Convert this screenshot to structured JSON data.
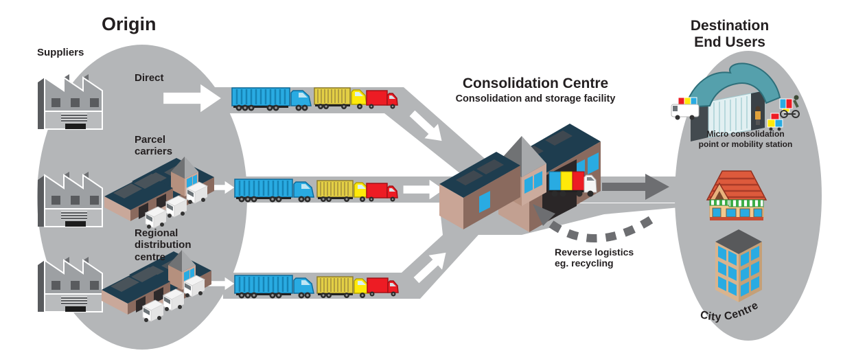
{
  "colors": {
    "region-grey": "#b4b6b8",
    "arrow-dark": "#6d6e71",
    "text-dark": "#231f20",
    "truck-blue": "#29abe2",
    "truck-yellow": "#ffe90a",
    "van-red": "#ed1c24",
    "roof-dark": "#1e3d4f",
    "window-blue": "#29abe2",
    "wall-tan": "#c9a89a",
    "wall-brown": "#8a6a5e",
    "teal-roof": "#55a0ac",
    "factory-grey": "#9da0a3",
    "shop-roof-red": "#dd5a3c",
    "awning-green": "#3fae49"
  },
  "origin": {
    "title": "Origin",
    "suppliers_label": "Suppliers",
    "route_direct_label": "Direct",
    "route_parcel_label": "Parcel\ncarriers",
    "route_regional_label": "Regional\ndistribution\ncentre"
  },
  "consolidation": {
    "title": "Consolidation Centre",
    "subtitle": "Consolidation and storage facility",
    "reverse_label": "Reverse logistics\neg. recycling"
  },
  "destination": {
    "title": "Destination\nEnd Users",
    "micro_label": "Micro consolidation\npoint or mobility station",
    "city_label": "City Centre"
  },
  "icons": [
    "factory-icon",
    "warehouse-icon",
    "articulated-lorry-icon",
    "rigid-truck-icon",
    "van-icon",
    "consolidation-centre-building-icon",
    "mixed-load-truck-icon",
    "flow-arrow-icon",
    "outbound-arrow-icon",
    "reverse-logistics-arrow-icon",
    "micro-hub-icon",
    "delivery-van-icon",
    "cargo-bike-icon",
    "parcel-trolley-icon",
    "shop-icon",
    "office-building-icon"
  ]
}
